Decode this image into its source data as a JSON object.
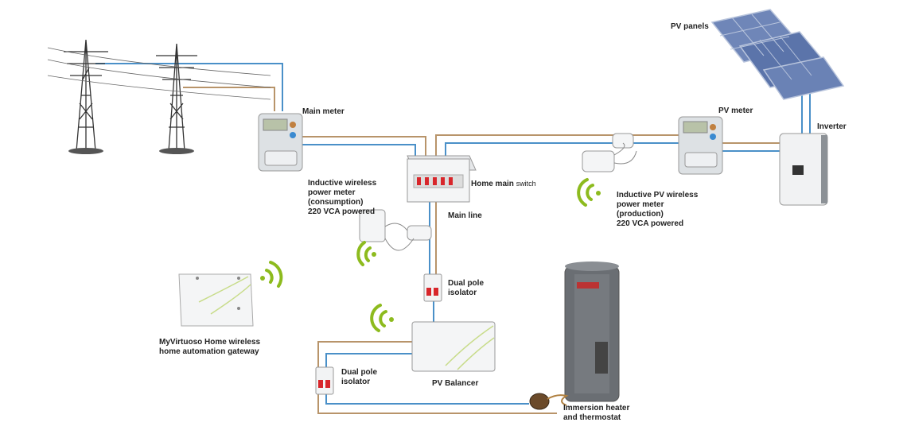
{
  "labels": {
    "pv_panels": "PV panels",
    "main_meter": "Main meter",
    "pv_meter": "PV meter",
    "inverter": "Inverter",
    "home_main": "Home main",
    "home_main_suffix": "switch",
    "main_line": "Main line",
    "inductive_consumption": "Inductive wireless\npower meter\n(consumption)\n220 VCA powered",
    "inductive_production": "Inductive PV wireless\npower meter\n(production)\n220 VCA powered",
    "dual_pole_1": "Dual pole\nisolator",
    "dual_pole_2": "Dual pole\nisolator",
    "gateway": "MyVirtuoso Home wireless\nhome automation gateway",
    "pv_balancer": "PV Balancer",
    "immersion": "Immersion heater\nand thermostat"
  },
  "colors": {
    "wire_blue": "#4a90c8",
    "wire_brown": "#b8946a",
    "wifi_green": "#8dbb1e",
    "device_grey": "#cfd3d6",
    "breaker_red": "#d8262b"
  }
}
